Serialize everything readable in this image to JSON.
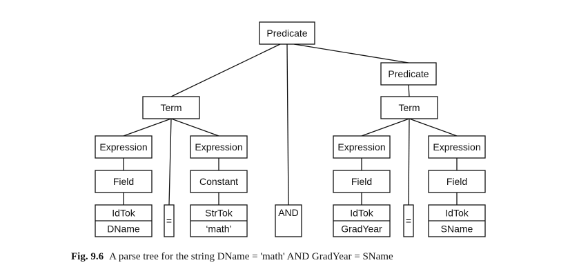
{
  "nodes": {
    "root": {
      "label": "Predicate"
    },
    "term_left": {
      "label": "Term"
    },
    "predicate_right": {
      "label": "Predicate"
    },
    "expr_ll": {
      "label": "Expression"
    },
    "expr_lr": {
      "label": "Expression"
    },
    "field_l": {
      "label": "Field"
    },
    "constant": {
      "label": "Constant"
    },
    "idtok_l": {
      "label": "IdTok",
      "value": "DName"
    },
    "eq_l": {
      "label": "="
    },
    "strtok": {
      "label": "StrTok",
      "value": "‘math’"
    },
    "and": {
      "label": "AND"
    },
    "term_right": {
      "label": "Term"
    },
    "expr_rl": {
      "label": "Expression"
    },
    "expr_rr": {
      "label": "Expression"
    },
    "field_rl": {
      "label": "Field"
    },
    "field_rr": {
      "label": "Field"
    },
    "idtok_rl": {
      "label": "IdTok",
      "value": "GradYear"
    },
    "eq_r": {
      "label": "="
    },
    "idtok_rr": {
      "label": "IdTok",
      "value": "SName"
    }
  },
  "caption": {
    "figure_number": "Fig. 9.6",
    "text": "A parse tree for the string DName = 'math' AND GradYear = SName"
  }
}
